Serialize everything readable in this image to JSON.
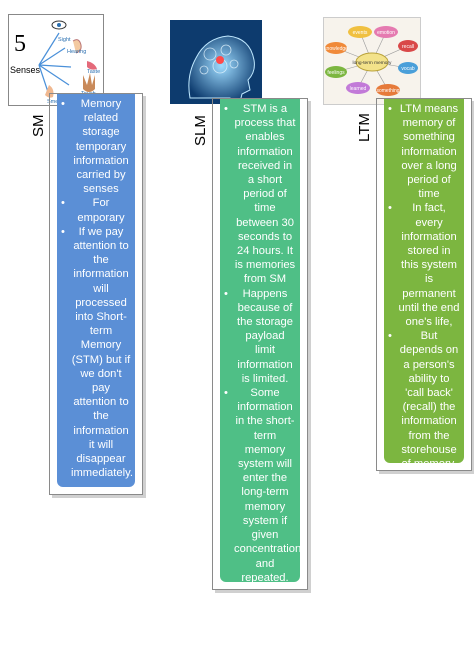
{
  "columns": [
    {
      "label": "SM",
      "bullets": [
        "Memory related storage temporary information carried by senses",
        "For emporary",
        "If we pay attention to the information will processed into Short-term Memory (STM) but if we don't pay attention to the information it will disappear immediately."
      ],
      "color": "#5b8fd6",
      "image": {
        "number": "5",
        "title": "Senses",
        "senses": [
          "Sight",
          "Hearing",
          "Taste",
          "Touch",
          "Smell"
        ]
      }
    },
    {
      "label": "SLM",
      "bullets": [
        "STM is a process that enables information received in a short period of time between 30 seconds to 24 hours. It is memories from SM",
        "Happens because of the storage payload limit information is limited.",
        "Some information in the short-term memory system will enter the long-term memory system if given concentration and repeated."
      ],
      "color": "#4fbf86"
    },
    {
      "label": "LTM",
      "bullets": [
        "LTM means memory of something information over a long period of time",
        "In fact, every information stored in this system is permanent until the end one's life,",
        "But depends on a person's ability to 'call back' (recall) the information from the storehouse of memory."
      ],
      "color": "#7cb640",
      "image": {
        "center": "long-term memory",
        "items": [
          "events",
          "emotion",
          "recall",
          "knowledge",
          "feelings",
          "learned",
          "something",
          "vocab"
        ]
      }
    }
  ]
}
